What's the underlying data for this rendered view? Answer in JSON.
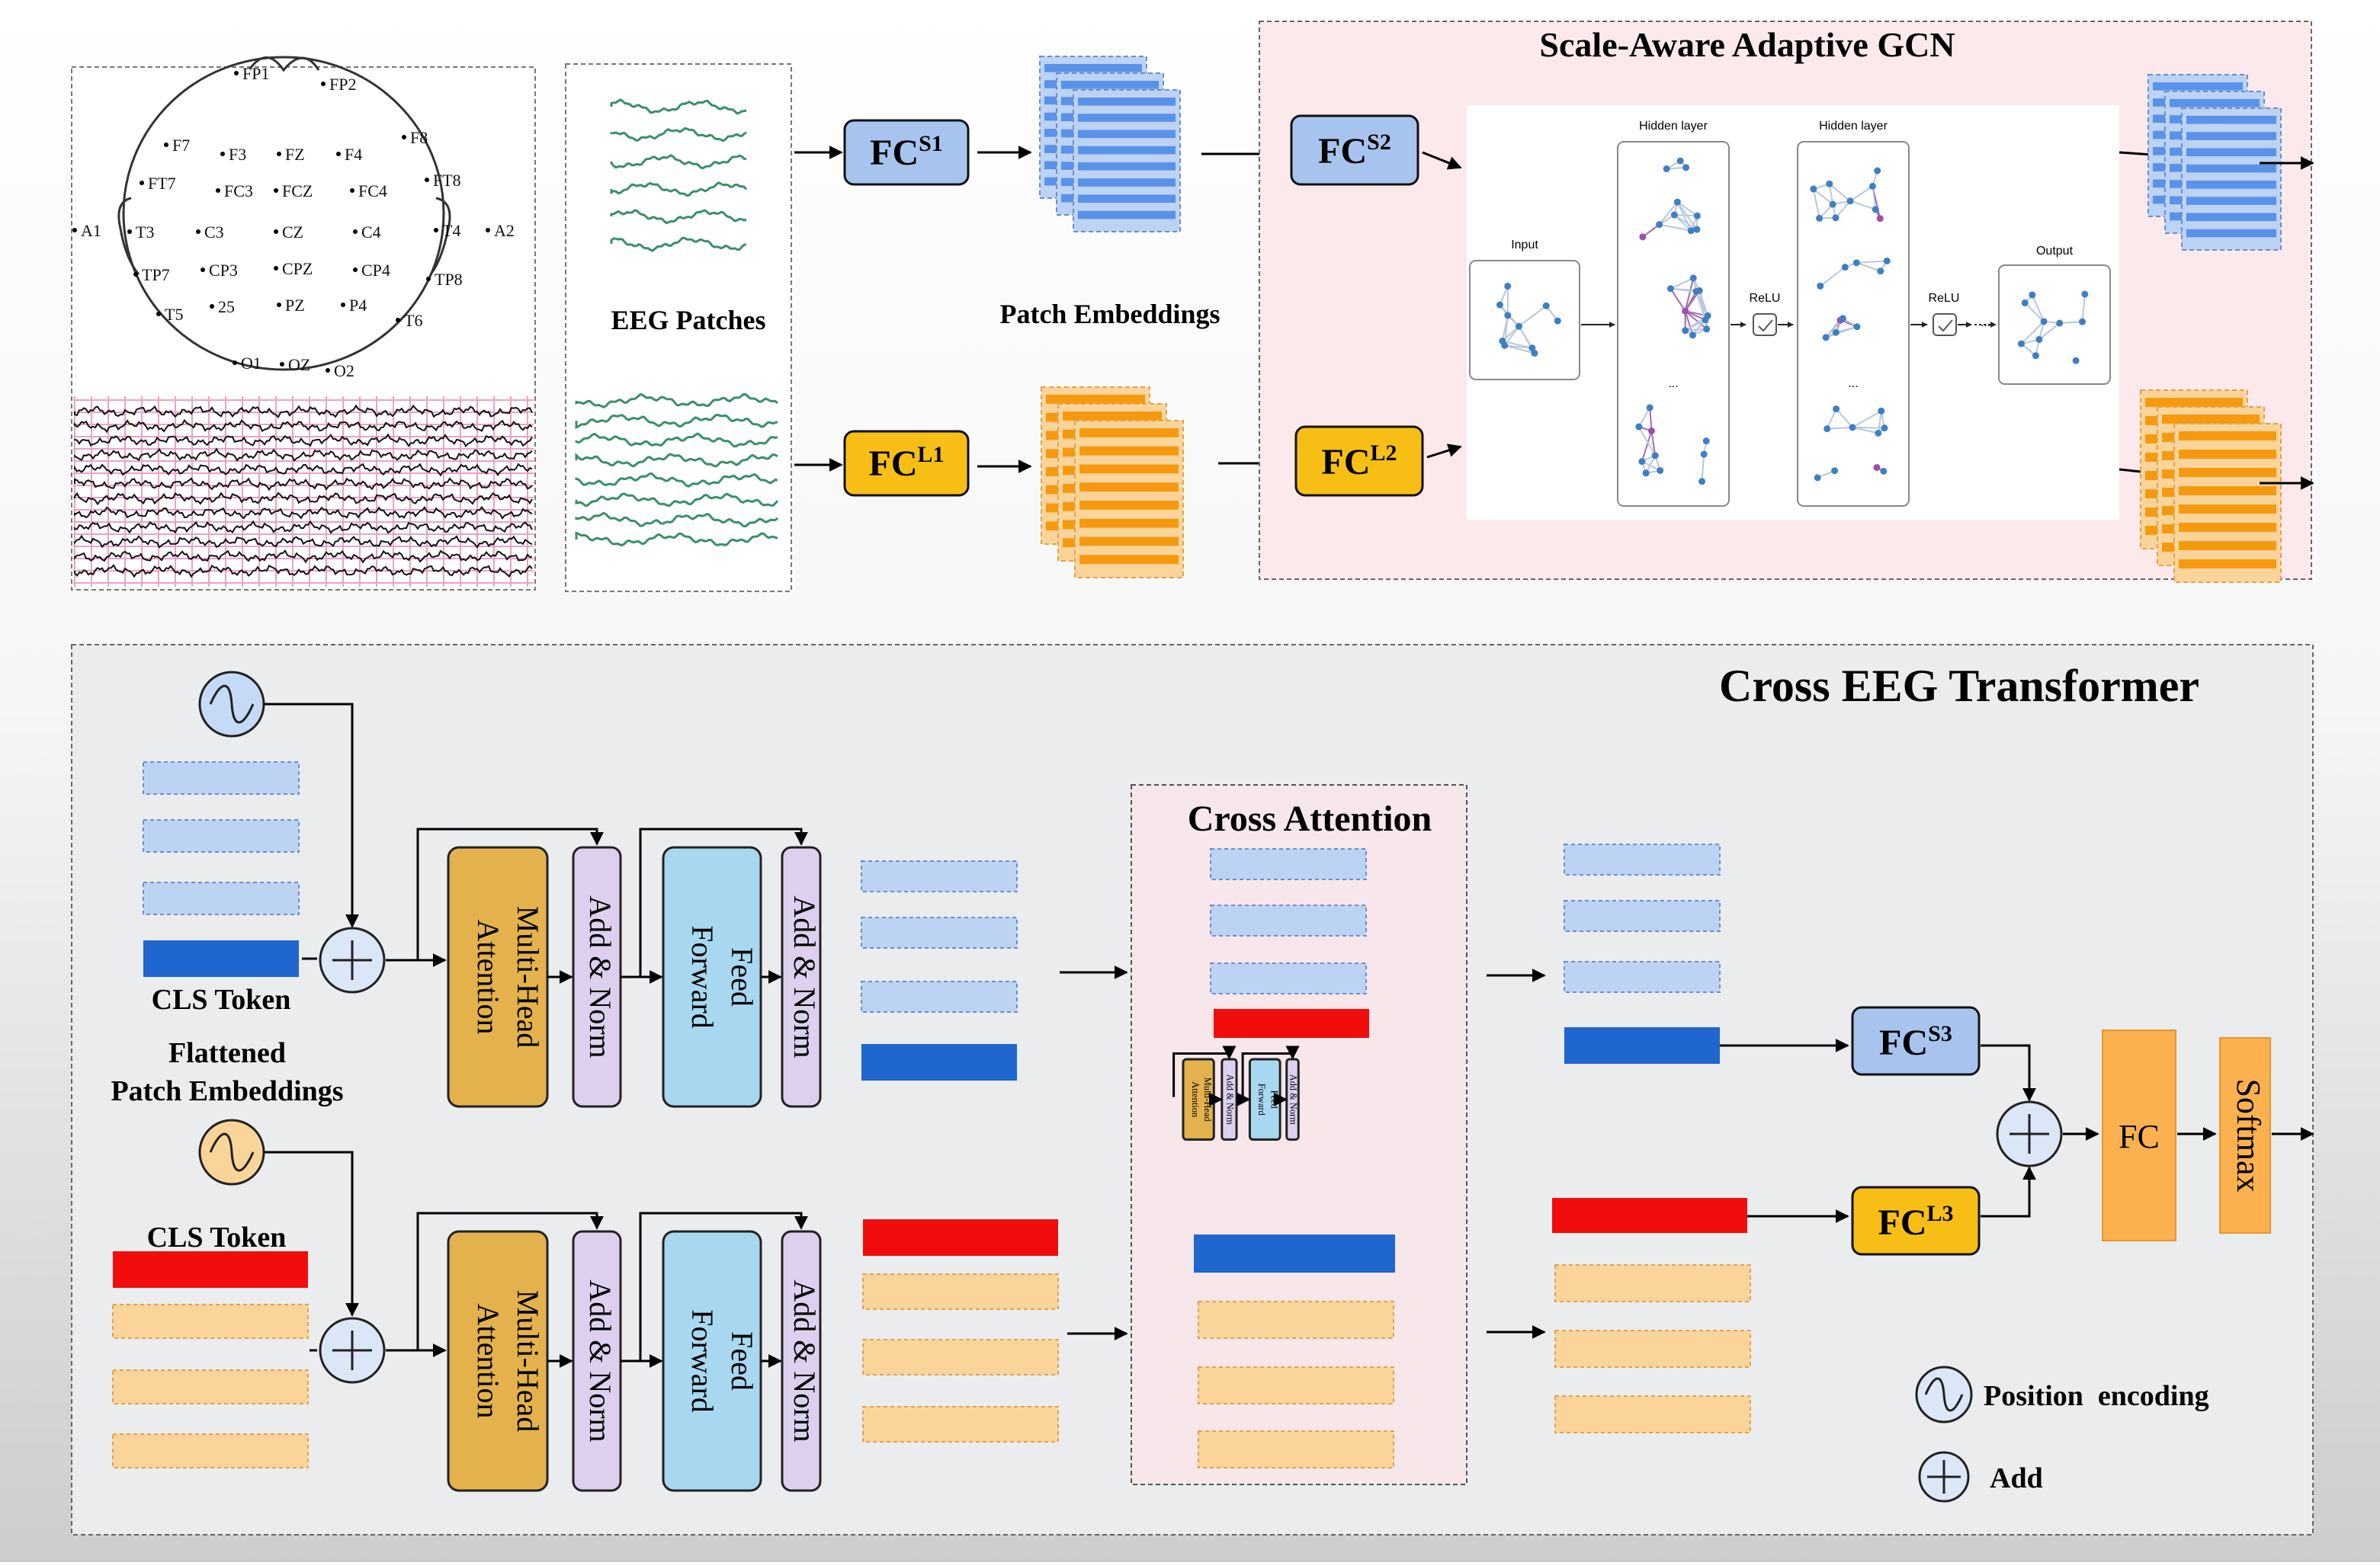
{
  "eeg_map": {
    "electrodes": [
      "FP1",
      "FP2",
      "F7",
      "F8",
      "F3",
      "FZ",
      "F4",
      "FT7",
      "FT8",
      "FC3",
      "FCZ",
      "FC4",
      "A1",
      "T3",
      "C3",
      "CZ",
      "C4",
      "T4",
      "A2",
      "TP7",
      "CP3",
      "CPZ",
      "CP4",
      "TP8",
      "T5",
      "25",
      "PZ",
      "P4",
      "T6",
      "O1",
      "OZ",
      "O2"
    ]
  },
  "top": {
    "eeg_patches_label": "EEG Patches",
    "patch_embeddings_label": "Patch Embeddings",
    "gcn_title": "Scale-Aware Adaptive GCN",
    "fc_s1": {
      "base": "FC",
      "sup": "S1"
    },
    "fc_l1": {
      "base": "FC",
      "sup": "L1"
    },
    "fc_s2": {
      "base": "FC",
      "sup": "S2"
    },
    "fc_l2": {
      "base": "FC",
      "sup": "L2"
    },
    "gcn_inset": {
      "input_label": "Input",
      "hidden_layer_1": "Hidden layer",
      "hidden_layer_2": "Hidden layer",
      "relu_1": "ReLU",
      "relu_2": "ReLU",
      "output_label": "Output",
      "dots": "..."
    }
  },
  "bottom": {
    "title": "Cross EEG Transformer",
    "cls_token_top": "CLS Token",
    "flattened_line1": "Flattened",
    "flattened_line2": "Patch Embeddings",
    "cls_token_bottom": "CLS Token",
    "mha_label": "Multi-Head Attention",
    "add_norm_label": "Add & Norm",
    "feed_forward_label": "Feed Forward",
    "cross_attention_title": "Cross Attention",
    "fc_s3": {
      "base": "FC",
      "sup": "S3"
    },
    "fc_l3": {
      "base": "FC",
      "sup": "L3"
    },
    "fc_label": "FC",
    "softmax_label": "Softmax",
    "legend_position": "Position  encoding",
    "legend_add": "Add"
  },
  "colors": {
    "fc_short": "#a7c4ee",
    "fc_long": "#f7bf16",
    "mha": "#e4b24c",
    "add_norm": "#ddd0ee",
    "feed_forward": "#a8d8f0",
    "short_token_light": "#bcd3f3",
    "short_token_dark": "#1f66cf",
    "long_token_light": "#fbd49a",
    "long_token_dark": "#f20d0d",
    "fc_final": "#fbb14f",
    "gcn_bg": "#fbe9ec",
    "cross_attention_bg": "#f7e6ea"
  }
}
